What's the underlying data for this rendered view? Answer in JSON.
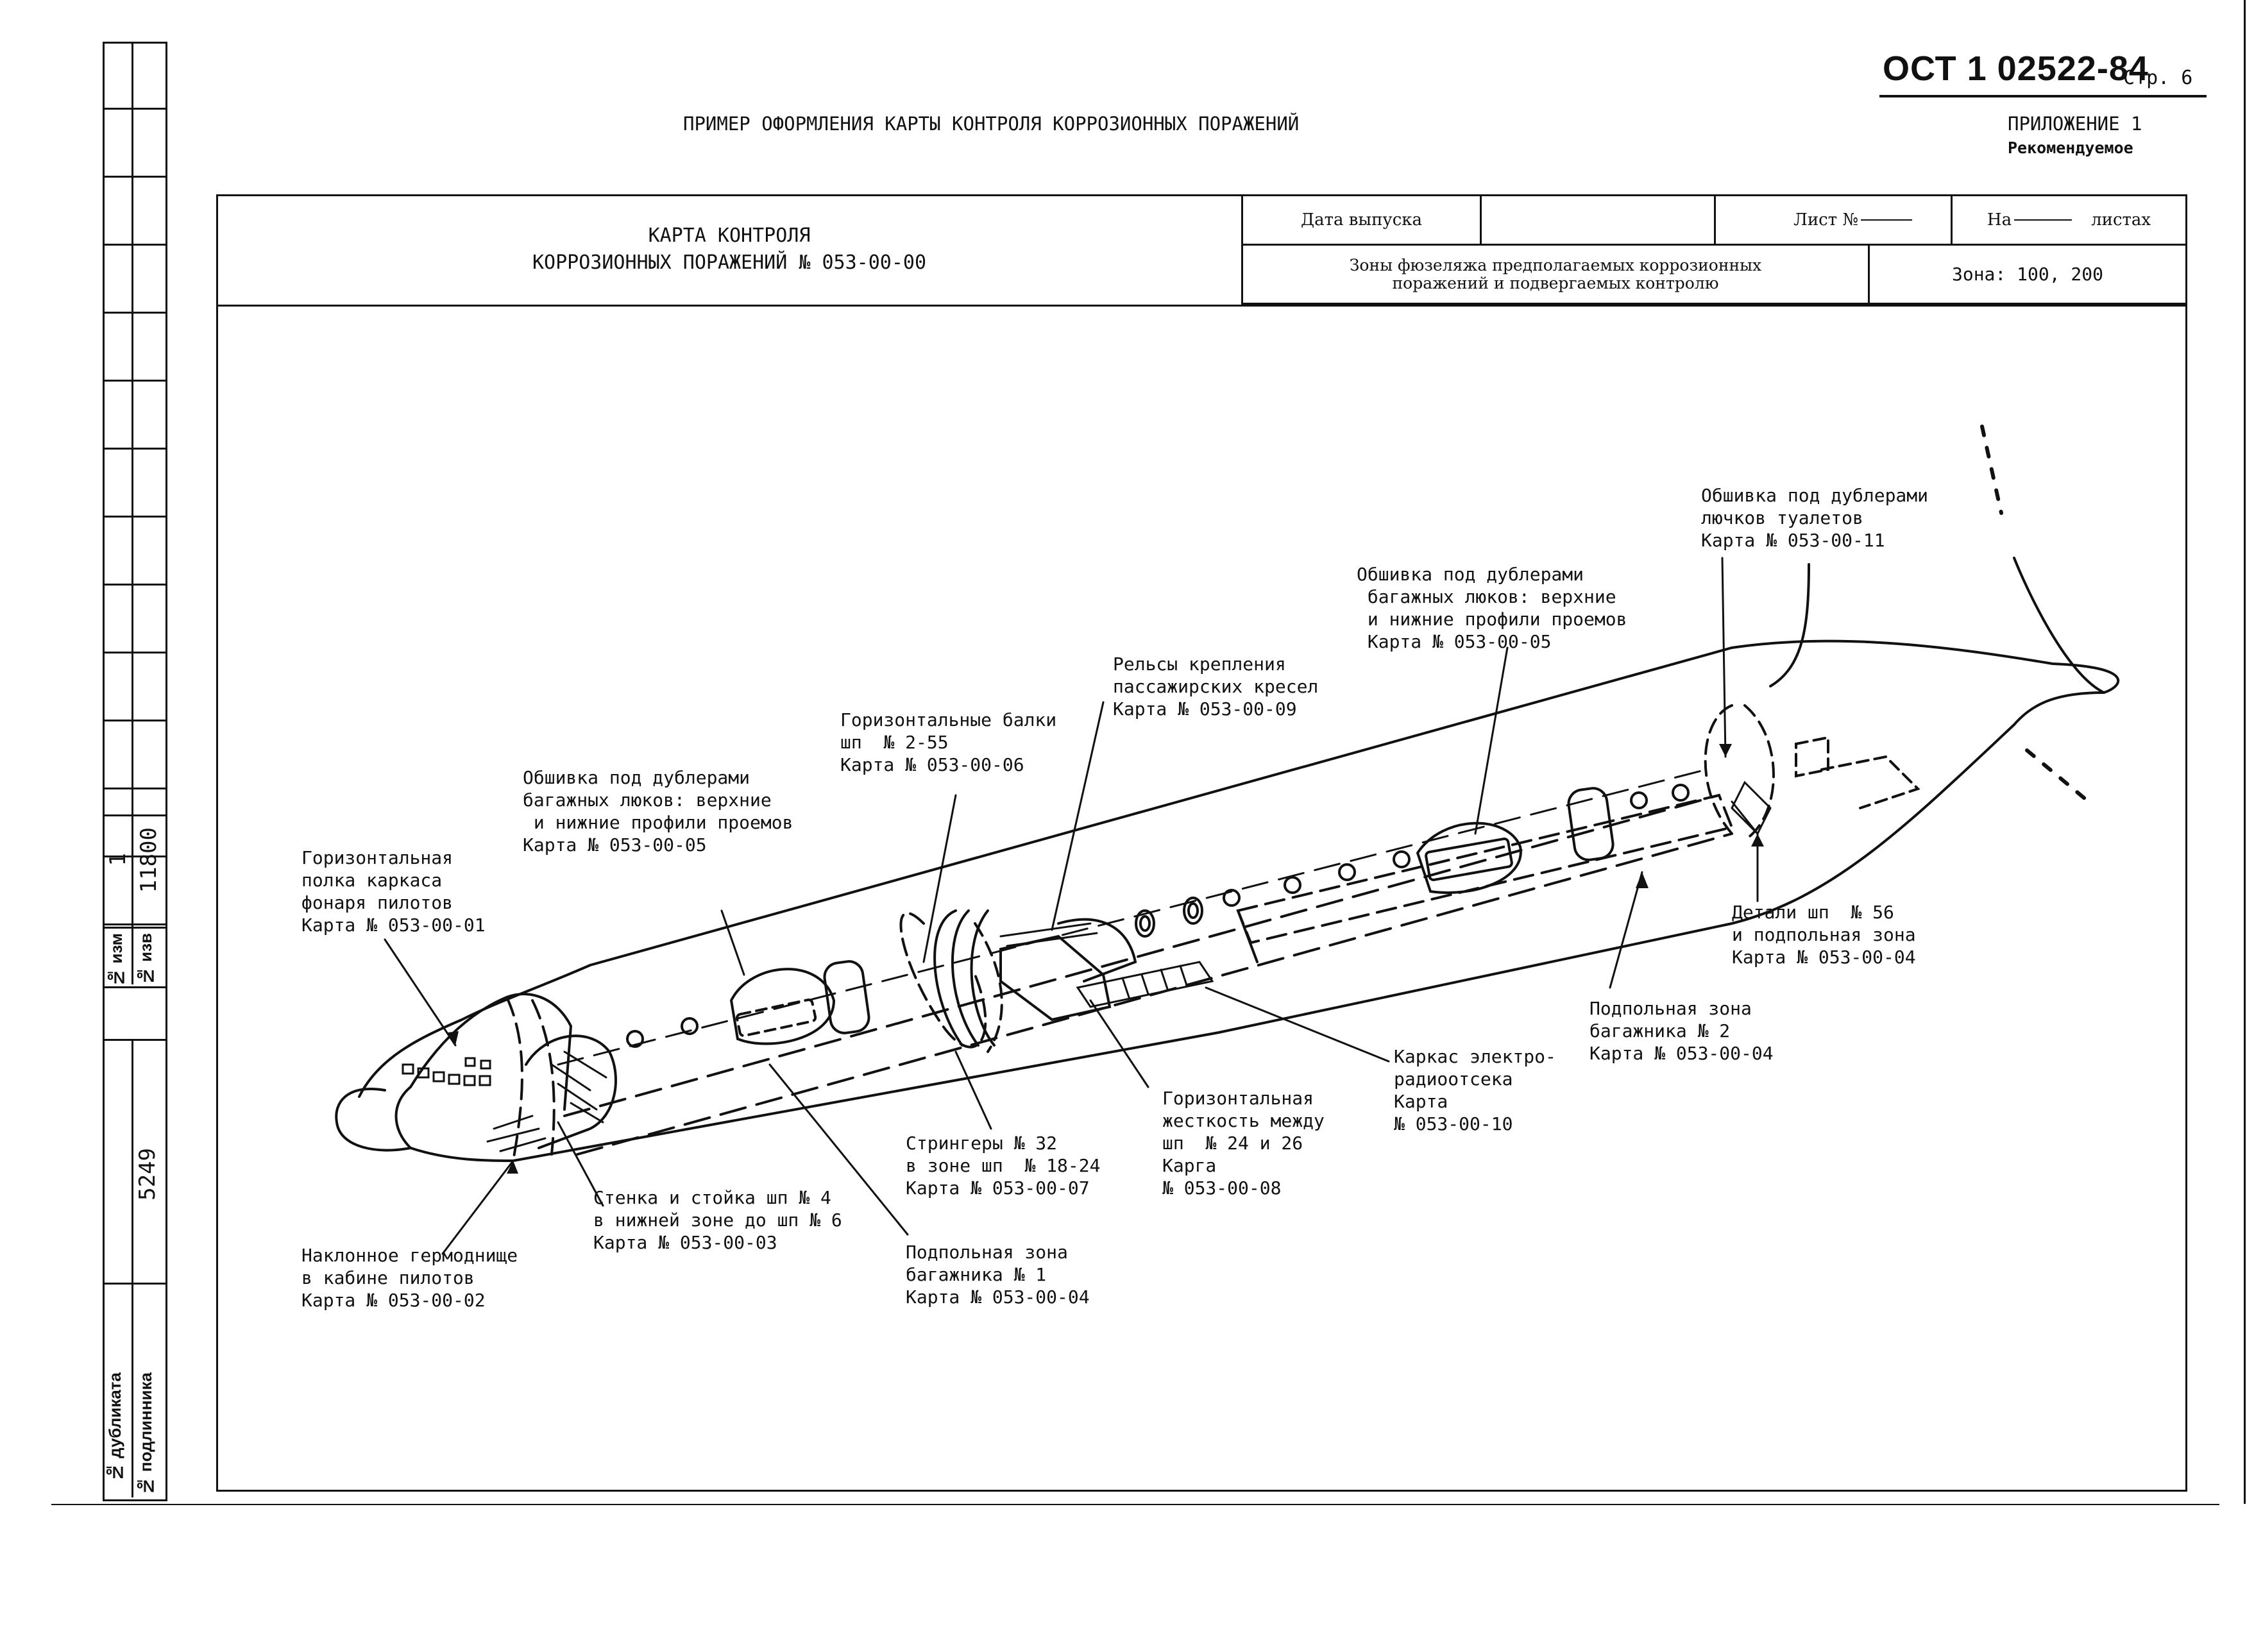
{
  "document": {
    "code": "ОСТ 1 02522-84",
    "page": "Стр. 6",
    "title": "ПРИМЕР ОФОРМЛЕНИЯ КАРТЫ КОНТРОЛЯ КОРРОЗИОННЫХ ПОРАЖЕНИЙ",
    "appendix": "ПРИЛОЖЕНИЕ 1",
    "appendix_note": "Рекомендуемое"
  },
  "side_stamp": {
    "izm_label": "№ изм",
    "izv_label": "№ изв",
    "izm_value": "1",
    "izv_value": "11800",
    "number": "5249",
    "dup_label": "№ дубликата",
    "orig_label": "№ подлинника"
  },
  "card": {
    "title_line1": "КАРТА КОНТРОЛЯ",
    "title_line2": "КОРРОЗИОННЫХ  ПОРАЖЕНИЙ № 053-00-00",
    "release_date_label": "Дата выпуска",
    "sheet_label": "Лист №",
    "sheets_label_prefix": "На",
    "sheets_label_suffix": "листах",
    "zones_desc_line1": "Зоны фюзеляжа предполагаемых коррозионных",
    "zones_desc_line2": "поражений и подвергаемых контролю",
    "zone": "Зона: 100, 200"
  },
  "callouts": [
    {
      "id": "c01",
      "text": "Горизонтальная\nполка каркаса\nфонаря пилотов\nКарта № 053-00-01"
    },
    {
      "id": "c02",
      "text": "Наклонное гермоднище\nв кабине пилотов\nКарта № 053-00-02"
    },
    {
      "id": "c03",
      "text": "Стенка и стойка шп № 4\nв нижней зоне до шп № 6\nКарта № 053-00-03"
    },
    {
      "id": "c05a",
      "text": "Обшивка под дублерами\nбагажных люков: верхние\n и нижние профили проемов\nКарта № 053-00-05"
    },
    {
      "id": "c04a",
      "text": "Подпольная зона\nбагажника № 1\nКарта № 053-00-04"
    },
    {
      "id": "c06",
      "text": "Горизонтальные балки\nшп  № 2-55\nКарта № 053-00-06"
    },
    {
      "id": "c07",
      "text": "Стрингеры № 32\nв зоне шп  № 18-24\nКарта № 053-00-07"
    },
    {
      "id": "c09",
      "text": "Рельсы крепления\nпассажирских кресел\nКарта № 053-00-09"
    },
    {
      "id": "c08",
      "text": "Горизонтальная\nжесткость между\nшп  № 24 и 26\nКарга\n№ 053-00-08"
    },
    {
      "id": "c10",
      "text": "Каркас электро-\nрадиоотсека\nКарта\n№ 053-00-10"
    },
    {
      "id": "c05b",
      "text": "Обшивка под дублерами\n багажных люков: верхние\n и нижние профили проемов\n Карта № 053-00-05"
    },
    {
      "id": "c04b",
      "text": "Подпольная зона\nбагажника № 2\nКарта № 053-00-04"
    },
    {
      "id": "c11",
      "text": "Обшивка под дублерами\nлючков туалетов\nКарта № 053-00-11"
    },
    {
      "id": "c04c",
      "text": "Детали шп  № 56\nи подпольная зона\nКарта № 053-00-04"
    }
  ]
}
